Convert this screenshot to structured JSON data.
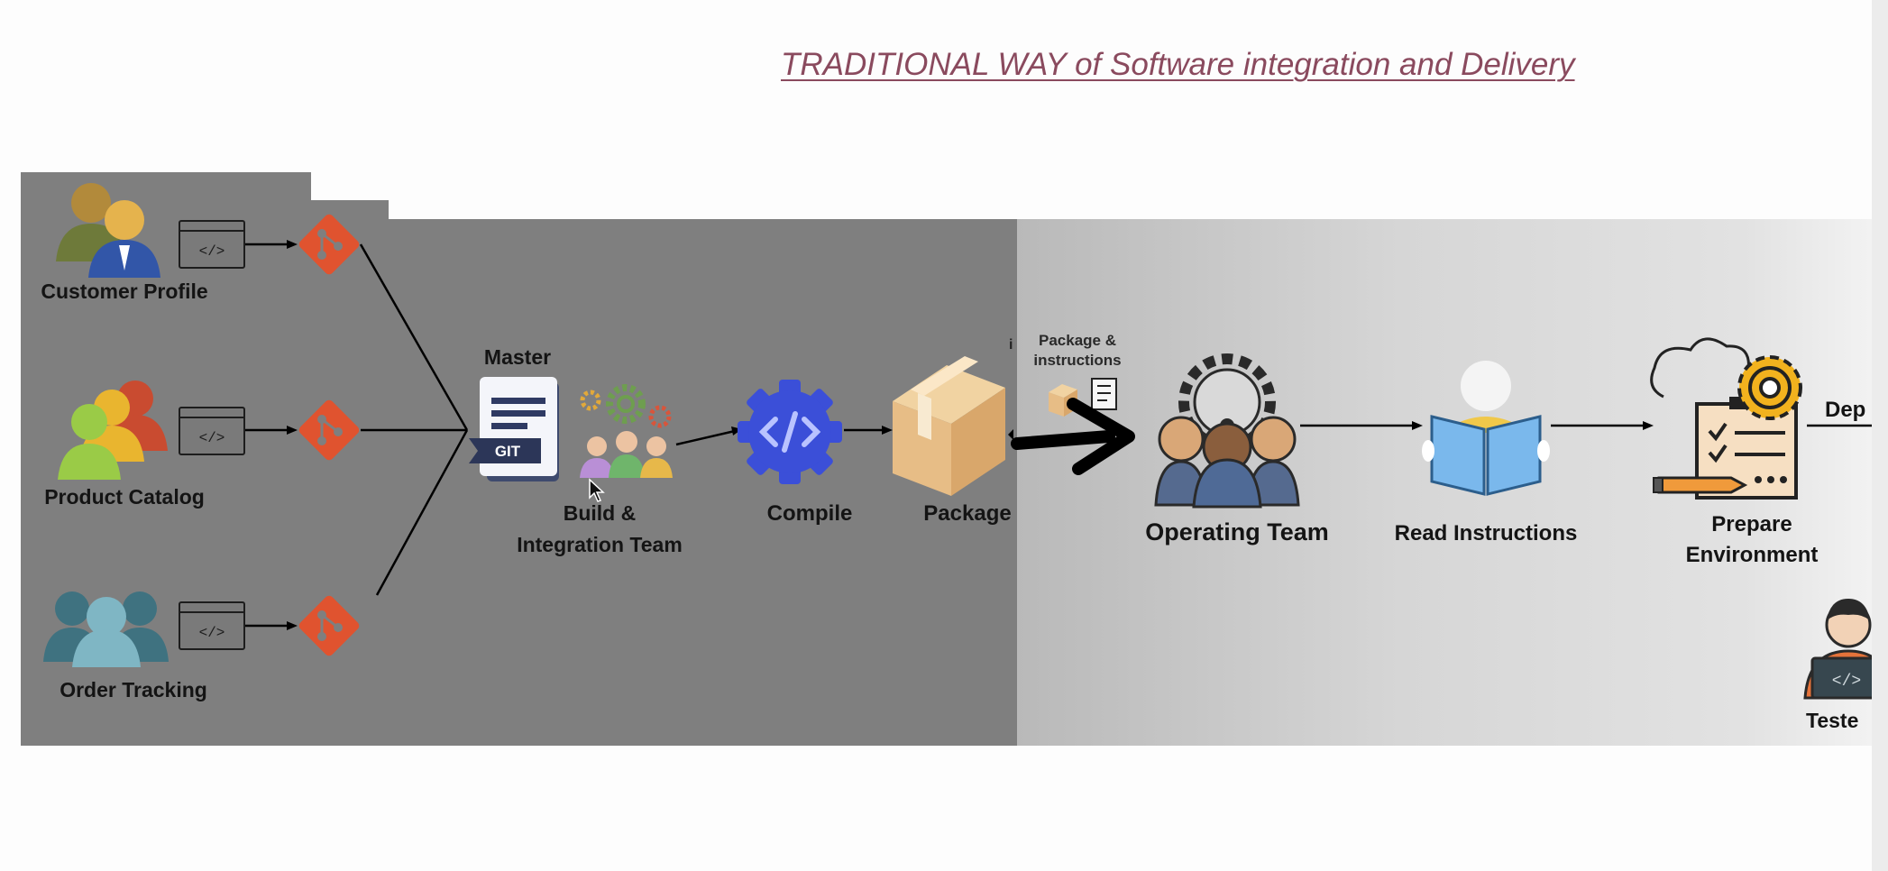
{
  "title": "TRADITIONAL WAY of Software integration and Delivery",
  "developers": {
    "customer_profile": "Customer Profile",
    "product_catalog": "Product Catalog",
    "order_tracking": "Order Tracking"
  },
  "master_label": "Master",
  "git_label": "GIT",
  "build_team": {
    "line1": "Build &",
    "line2": "Integration Team"
  },
  "compile_label": "Compile",
  "package_label": "Package",
  "package_instructions": {
    "line1": "Package &",
    "line2": "instructions",
    "clipped_prefix": "i"
  },
  "operating_team_label": "Operating Team",
  "read_instructions_label": "Read Instructions",
  "prepare_environment": {
    "line1": "Prepare",
    "line2": "Environment"
  },
  "deploy_label_clipped": "Dep",
  "tester_label_clipped": "Teste",
  "colors": {
    "dark_panel": "#7f7f7f",
    "git_orange": "#f05033",
    "gear_blue": "#3b4fd8",
    "title": "#8a4a5e",
    "box": "#e7bd86"
  }
}
